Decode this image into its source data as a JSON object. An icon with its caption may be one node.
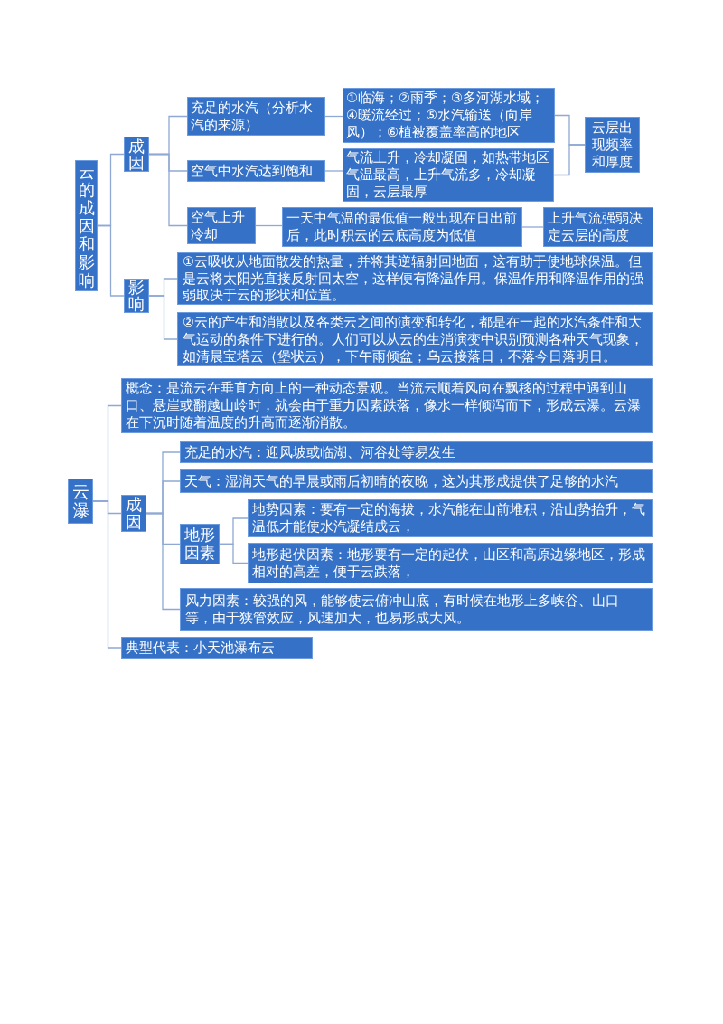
{
  "diagram": {
    "nodes": [
      {
        "text": [
          "云的成因和影响"
        ]
      },
      {
        "text": [
          "成因"
        ]
      },
      {
        "text": [
          "充足的水汽（分析水汽的来源）"
        ]
      },
      {
        "text": [
          "空气中水汽达到饱和"
        ]
      },
      {
        "text": [
          "空气上升冷却"
        ]
      },
      {
        "text": [
          "①临海；②雨季；③多河湖水域；④暖流经过；⑤水汽输送（向岸风）；⑥植被覆盖率高的地区"
        ]
      },
      {
        "text": [
          "气流上升，冷却凝固，如热带地区气温最高，上升气流多，冷却凝固，云层最厚"
        ]
      },
      {
        "text": [
          "云层出现频率和厚度"
        ]
      },
      {
        "text": [
          "一天中气温的最低值一般出现在日出前后，此时积云的云底高度为低值"
        ]
      },
      {
        "text": [
          "上升气流强弱决定云层的高度"
        ]
      },
      {
        "text": [
          "影响"
        ]
      },
      {
        "text": [
          "①云吸收从地面散发的热量，并将其逆辐射回地面，这有助于使地球保温。但是云将太阳光直接反射回太空，这样便有降温作用。保温作用和降温作用的强弱取决于云的形状和位置。"
        ]
      },
      {
        "text": [
          "②云的产生和消散以及各类云之间的演变和转化，都是在一起的水汽条件和大气运动的条件下进行的。人们可以从云的生消演变中识别预测各种天气现象，如清晨宝塔云（堡状云），下午雨倾盆；乌云接落日，不落今日落明日。"
        ]
      },
      {
        "text": [
          "云瀑"
        ]
      },
      {
        "text": [
          "概念：是流云在垂直方向上的一种动态景观。当流云顺着风向在飘移的过程中遇到山口、悬崖或翻越山岭时，就会由于重力因素跌落，像水一样倾泻而下，形成云瀑。云瀑在下沉时随着温度的升高而逐渐消散。"
        ]
      },
      {
        "text": [
          "成因"
        ]
      },
      {
        "text": [
          "充足的水汽：迎风坡或临湖、河谷处等易发生"
        ]
      },
      {
        "text": [
          "天气：湿润天气的早晨或雨后初晴的夜晚，这为其形成提供了足够的水汽"
        ]
      },
      {
        "text": [
          "地形因素"
        ]
      },
      {
        "text": [
          "地势因素：要有一定的海拔，水汽能在山前堆积，沿山势抬升，气温低才能使水汽凝结成云，"
        ]
      },
      {
        "text": [
          "地形起伏因素：地形要有一定的起伏，山区和高原边缘地区，形成相对的高差，便于云跌落，"
        ]
      },
      {
        "text": [
          "风力因素：较强的风，能够使云俯冲山底，有时候在地形上多峡谷、山口等，由于狭管效应，风速加大，也易形成大风。"
        ]
      },
      {
        "text": [
          "典型代表：小天池瀑布云"
        ]
      }
    ],
    "edges": [
      {
        "from": 0,
        "to": 1,
        "arrow": "none"
      },
      {
        "from": 0,
        "to": 10,
        "arrow": "none"
      },
      {
        "from": 1,
        "to": 2,
        "arrow": "none"
      },
      {
        "from": 1,
        "to": 3,
        "arrow": "none"
      },
      {
        "from": 1,
        "to": 4,
        "arrow": "none"
      },
      {
        "from": 2,
        "to": 5,
        "arrow": "none"
      },
      {
        "from": 3,
        "to": 6,
        "arrow": "none"
      },
      {
        "from": 5,
        "to": 7,
        "arrow": "none"
      },
      {
        "from": 6,
        "to": 7,
        "arrow": "none"
      },
      {
        "from": 4,
        "to": 8,
        "arrow": "none"
      },
      {
        "from": 8,
        "to": 9,
        "arrow": "none"
      },
      {
        "from": 10,
        "to": 11,
        "arrow": "none"
      },
      {
        "from": 10,
        "to": 12,
        "arrow": "none"
      },
      {
        "from": 13,
        "to": 14,
        "arrow": "none"
      },
      {
        "from": 13,
        "to": 15,
        "arrow": "none"
      },
      {
        "from": 13,
        "to": 22,
        "arrow": "none"
      },
      {
        "from": 15,
        "to": 16,
        "arrow": "none"
      },
      {
        "from": 15,
        "to": 17,
        "arrow": "none"
      },
      {
        "from": 15,
        "to": 18,
        "arrow": "none"
      },
      {
        "from": 15,
        "to": 21,
        "arrow": "none"
      },
      {
        "from": 18,
        "to": 19,
        "arrow": "none"
      },
      {
        "from": 18,
        "to": 20,
        "arrow": "none"
      }
    ]
  }
}
